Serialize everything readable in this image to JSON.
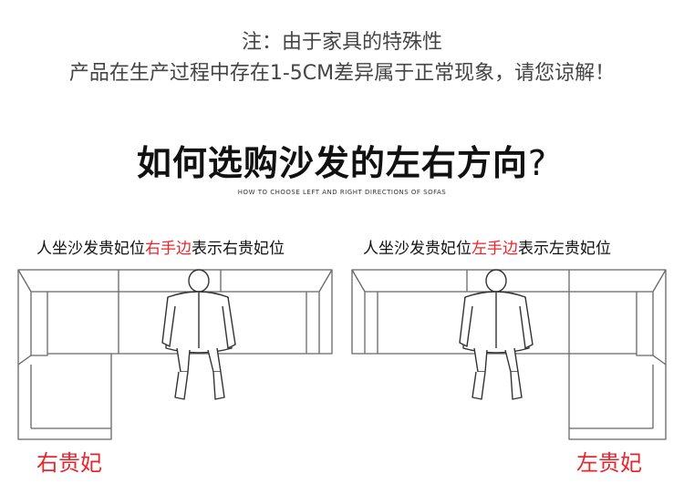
{
  "notice": {
    "line1": "注：由于家具的特殊性",
    "line2": "产品在生产过程中存在1-5CM差异属于正常现象，请您谅解！"
  },
  "title": {
    "main": "如何选购沙发的左右方向",
    "mark": "?",
    "subtitle": "HOW TO CHOOSE LEFT AND RIGHT DIRECTIONS OF SOFAS"
  },
  "panels": {
    "left": {
      "caption_pre": "人坐沙发贵妃位",
      "caption_highlight": "右手边",
      "caption_post": "表示右贵妃位",
      "label": "右贵妃"
    },
    "right": {
      "caption_pre": "人坐沙发贵妃位",
      "caption_highlight": "左手边",
      "caption_post": "表示左贵妃位",
      "label": "左贵妃"
    }
  },
  "colors": {
    "highlight": "#e8262c",
    "text": "#222222"
  },
  "icons": [
    "sofa-outline-icon",
    "seated-person-icon"
  ]
}
